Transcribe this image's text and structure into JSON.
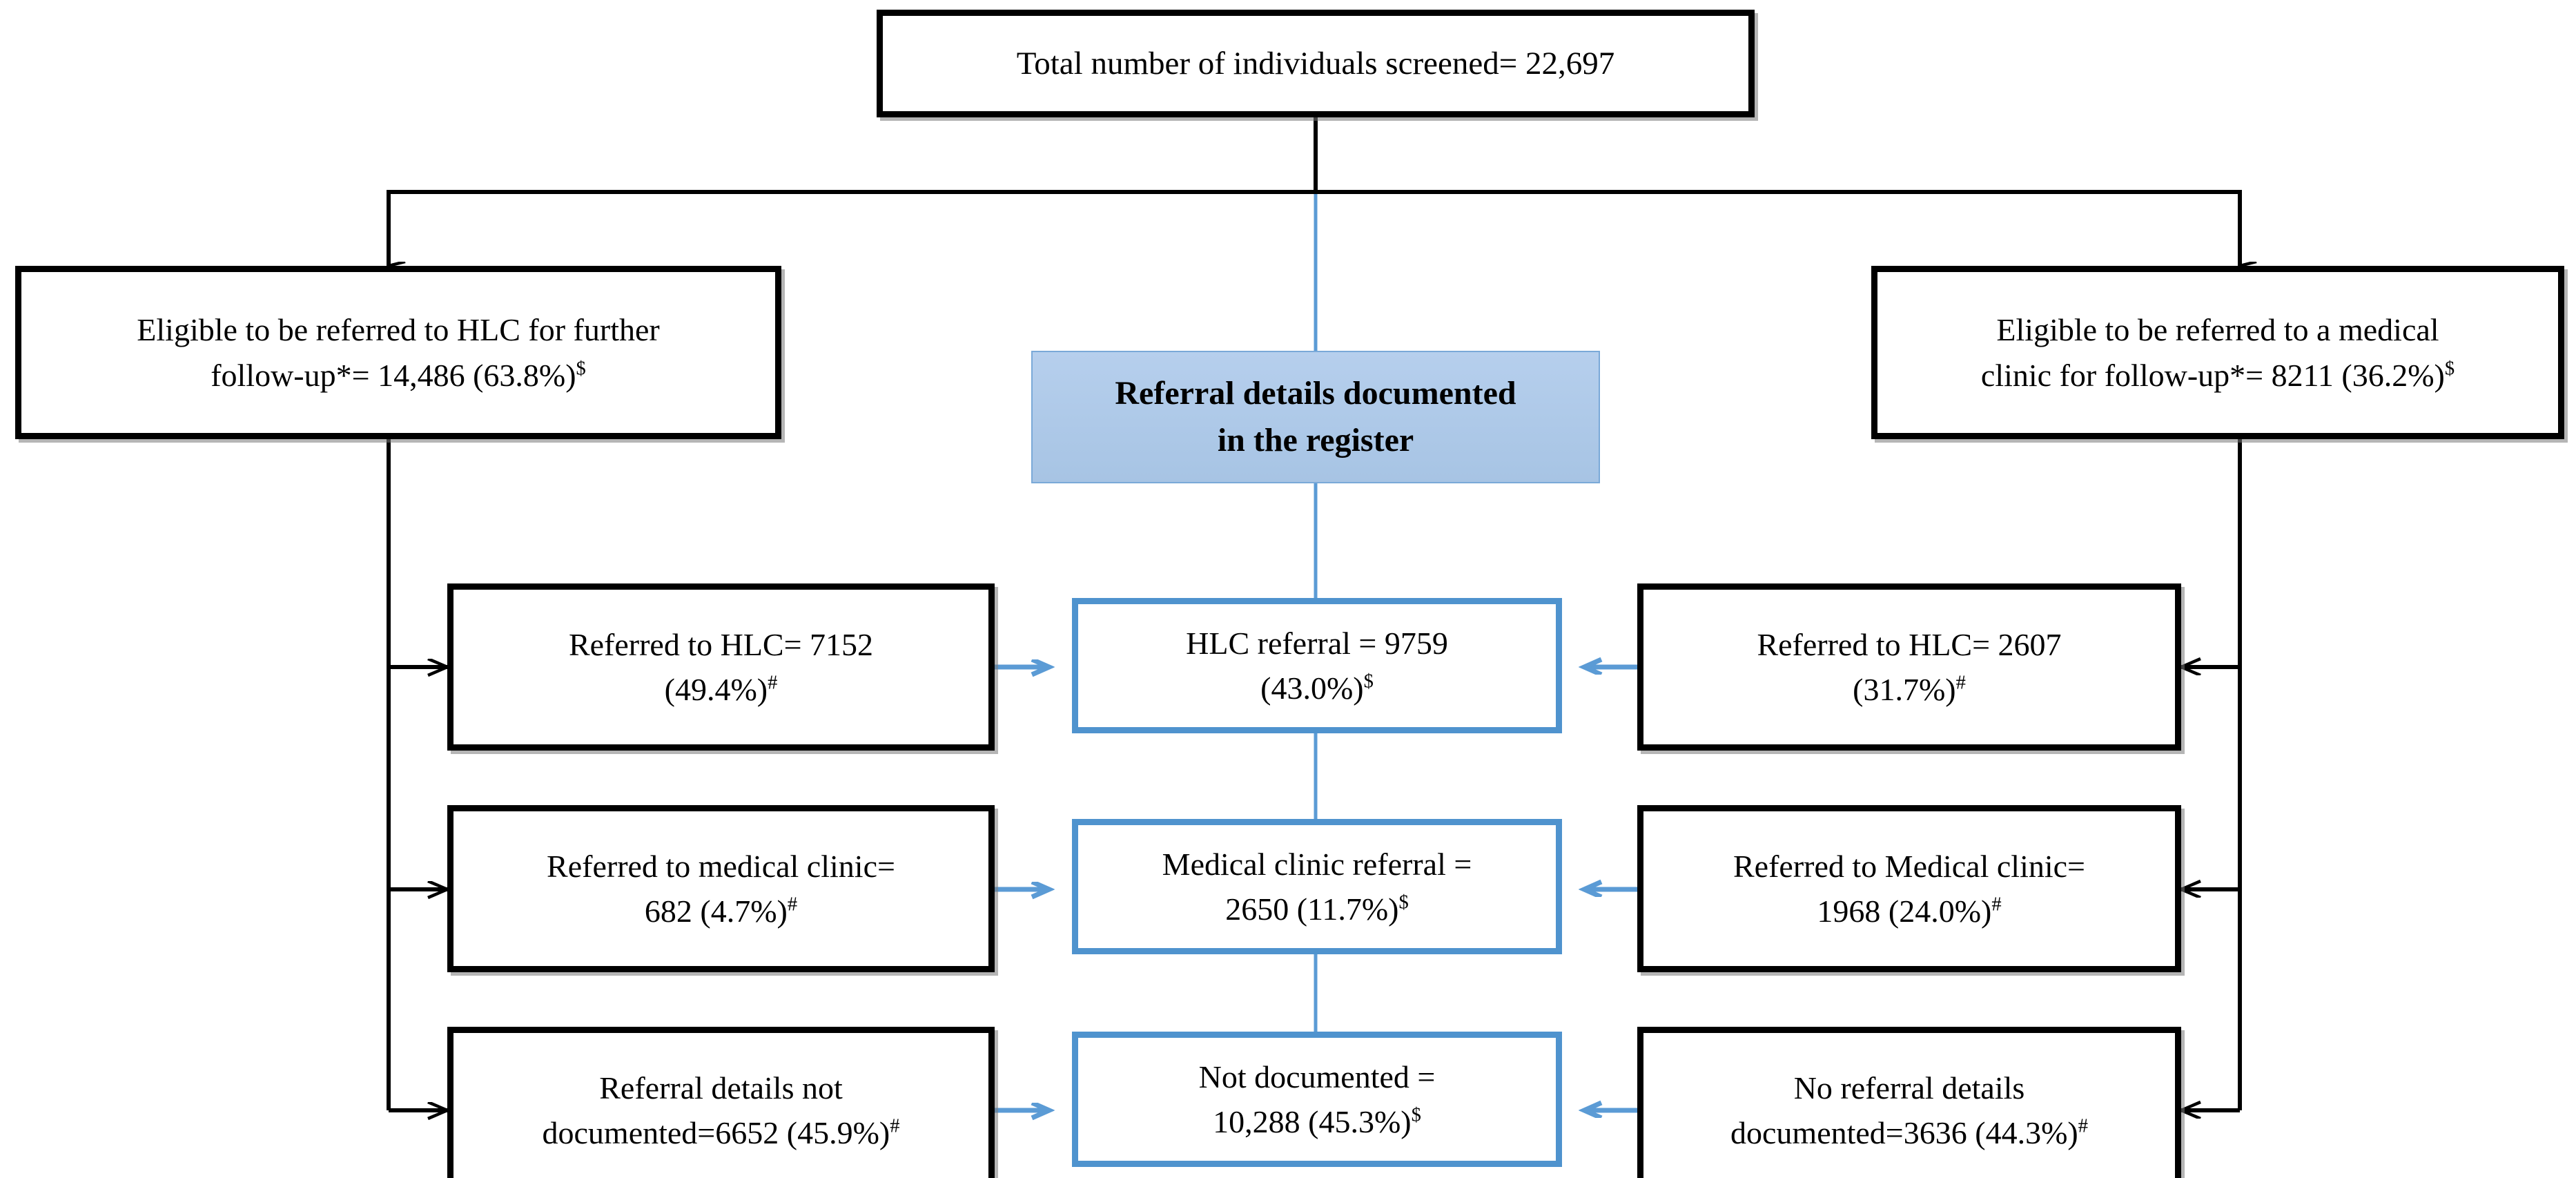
{
  "diagram": {
    "title": "Referral pathway flow diagram",
    "colors": {
      "box_border_black": "#000000",
      "box_border_blue": "#4f93ce",
      "header_fill": "#adc8e8",
      "header_border": "#7aa9d8",
      "connector_black": "#000000",
      "connector_blue": "#5b9bd5",
      "text": "#000000",
      "background": "#ffffff"
    },
    "footnote_markers": {
      "dollar": "$",
      "hash": "#",
      "asterisk": "*"
    }
  },
  "nodes": {
    "total_screened": {
      "line1": "Total number of individuals screened= 22,697",
      "value": 22697,
      "label": "Total number of individuals screened",
      "style": "black"
    },
    "eligible_hlc": {
      "line1": "Eligible to be referred to HLC for further",
      "line2_text": "follow-up*= 14,486 (63.8%)",
      "line2_sup": "$",
      "value": 14486,
      "percent": "63.8%",
      "style": "black"
    },
    "eligible_clinic": {
      "line1": "Eligible to be referred to a medical",
      "line2_text": "clinic for follow-up*= 8211 (36.2%)",
      "line2_sup": "$",
      "value": 8211,
      "percent": "36.2%",
      "style": "black"
    },
    "register_header": {
      "line1": "Referral details documented",
      "line2": "in the register",
      "style": "header"
    },
    "left_hlc": {
      "line1": "Referred to HLC= 7152",
      "line2_text": "(49.4%)",
      "line2_sup": "#",
      "value": 7152,
      "percent": "49.4%",
      "style": "black"
    },
    "center_hlc": {
      "line1": "HLC referral = 9759",
      "line2_text": "(43.0%)",
      "line2_sup": "$",
      "value": 9759,
      "percent": "43.0%",
      "style": "blue"
    },
    "right_hlc": {
      "line1": "Referred to HLC= 2607",
      "line2_text": "(31.7%)",
      "line2_sup": "#",
      "value": 2607,
      "percent": "31.7%",
      "style": "black"
    },
    "left_clinic": {
      "line1": "Referred to medical clinic=",
      "line2_text": "682 (4.7%)",
      "line2_sup": "#",
      "value": 682,
      "percent": "4.7%",
      "style": "black"
    },
    "center_clinic": {
      "line1": "Medical clinic referral =",
      "line2_text": "2650 (11.7%)",
      "line2_sup": "$",
      "value": 2650,
      "percent": "11.7%",
      "style": "blue"
    },
    "right_clinic": {
      "line1": "Referred to Medical clinic=",
      "line2_text": "1968 (24.0%)",
      "line2_sup": "#",
      "value": 1968,
      "percent": "24.0%",
      "style": "black"
    },
    "left_notdoc": {
      "line1": "Referral details not",
      "line2_text": "documented=6652 (45.9%)",
      "line2_sup": "#",
      "value": 6652,
      "percent": "45.9%",
      "style": "black"
    },
    "center_notdoc": {
      "line1": "Not documented =",
      "line2_text": "10,288 (45.3%)",
      "line2_sup": "$",
      "value": 10288,
      "percent": "45.3%",
      "style": "blue"
    },
    "right_notdoc": {
      "line1": "No referral details",
      "line2_text": "documented=3636 (44.3%)",
      "line2_sup": "#",
      "value": 3636,
      "percent": "44.3%",
      "style": "black"
    }
  }
}
